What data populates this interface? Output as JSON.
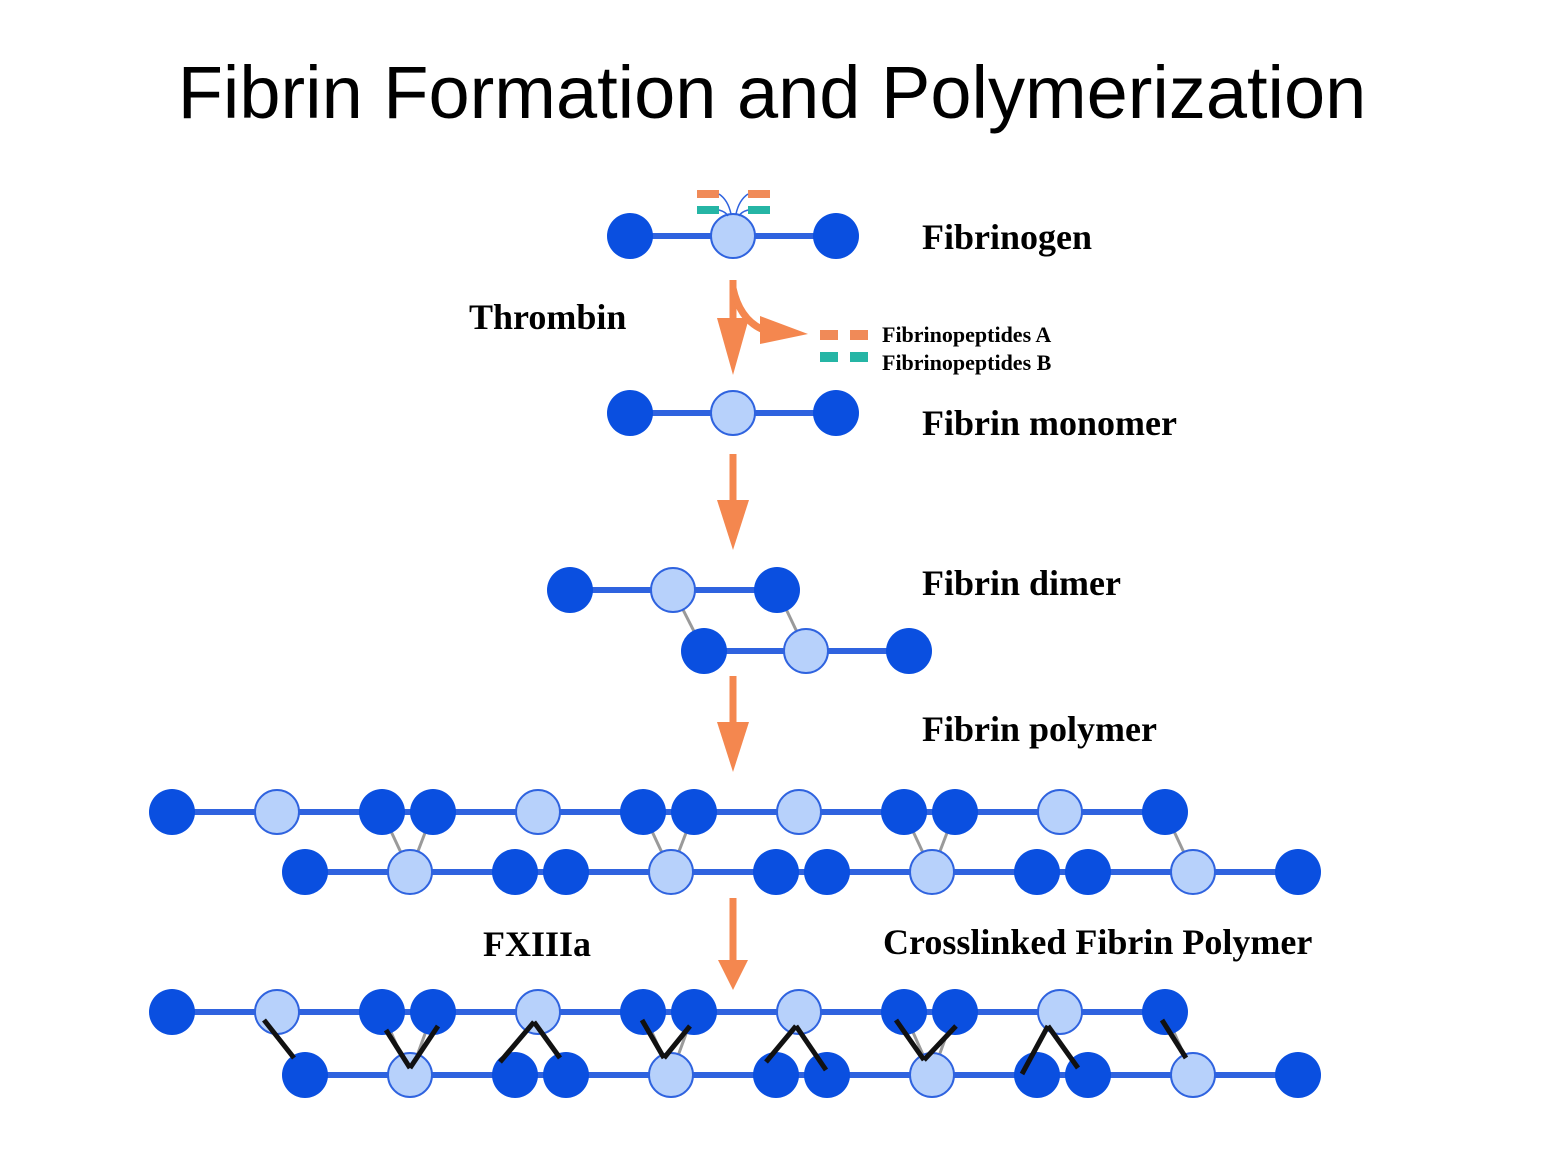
{
  "title": "Fibrin Formation and Polymerization",
  "labels": {
    "fibrinogen": "Fibrinogen",
    "thrombin": "Thrombin",
    "fibrinopeptides_a": "Fibrinopeptides A",
    "fibrinopeptides_b": "Fibrinopeptides B",
    "fibrin_monomer": "Fibrin monomer",
    "fibrin_dimer": "Fibrin dimer",
    "fibrin_polymer": "Fibrin polymer",
    "fxiiia": "FXIIIa",
    "crosslinked": "Crosslinked Fibrin Polymer"
  },
  "colors": {
    "end_node": "#0a4fe0",
    "center_node": "#b7d1fb",
    "rod": "#2f63df",
    "arrow": "#f4874f",
    "fibrinopeptide_a": "#f08a58",
    "fibrinopeptide_b": "#25b5a5",
    "link": "#9a9a9a",
    "crosslink": "#111111"
  }
}
